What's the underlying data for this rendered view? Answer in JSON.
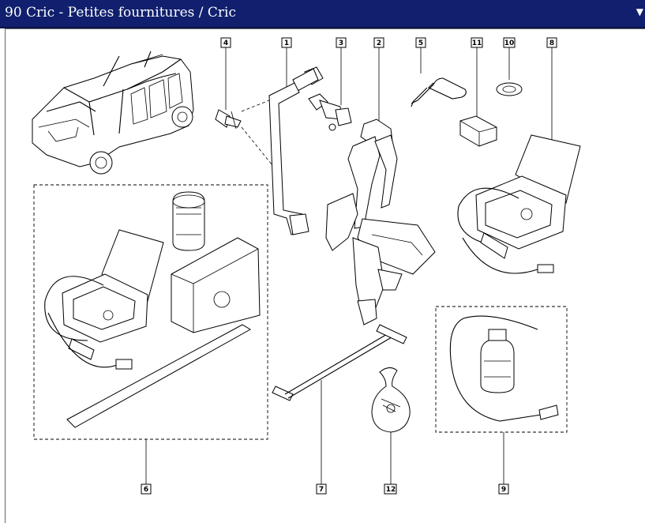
{
  "window": {
    "title": "90 Cric - Petites fournitures / Cric",
    "scroll_glyph": "▼"
  },
  "diagram": {
    "callouts": [
      "1",
      "2",
      "3",
      "4",
      "5",
      "6",
      "7",
      "8",
      "9",
      "10",
      "11",
      "12"
    ],
    "parts": [
      "car",
      "tire-repair-kit",
      "jack",
      "wheel-brace",
      "locking-bolt",
      "hook",
      "foam-block",
      "washer",
      "air-compressor",
      "sealant-bottle",
      "crank-handle",
      "pouch"
    ]
  }
}
